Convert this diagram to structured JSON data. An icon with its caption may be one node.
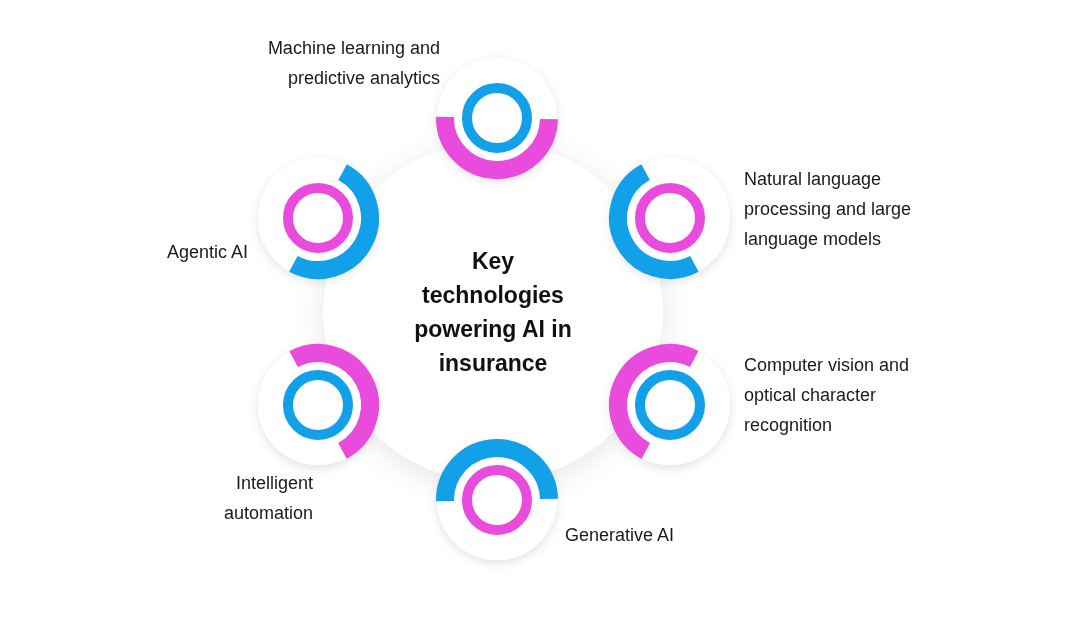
{
  "diagram": {
    "nodes": [
      {
        "text": [
          "Key technologies powering AI in insurance"
        ]
      },
      {
        "text": [],
        "shape": "circle",
        "beside": [
          "Machine learning and predictive analytics"
        ]
      },
      {
        "text": [],
        "shape": "circle",
        "beside": [
          "Natural language processing and large language models"
        ]
      },
      {
        "text": [],
        "shape": "circle",
        "beside": [
          "Computer vision and optical character recognition"
        ]
      },
      {
        "text": [],
        "shape": "circle",
        "beside": [
          "Generative AI"
        ]
      },
      {
        "text": [],
        "shape": "circle",
        "beside": [
          "Intelligent automation"
        ]
      },
      {
        "text": [],
        "shape": "circle",
        "beside": [
          "Agentic AI"
        ]
      }
    ]
  }
}
